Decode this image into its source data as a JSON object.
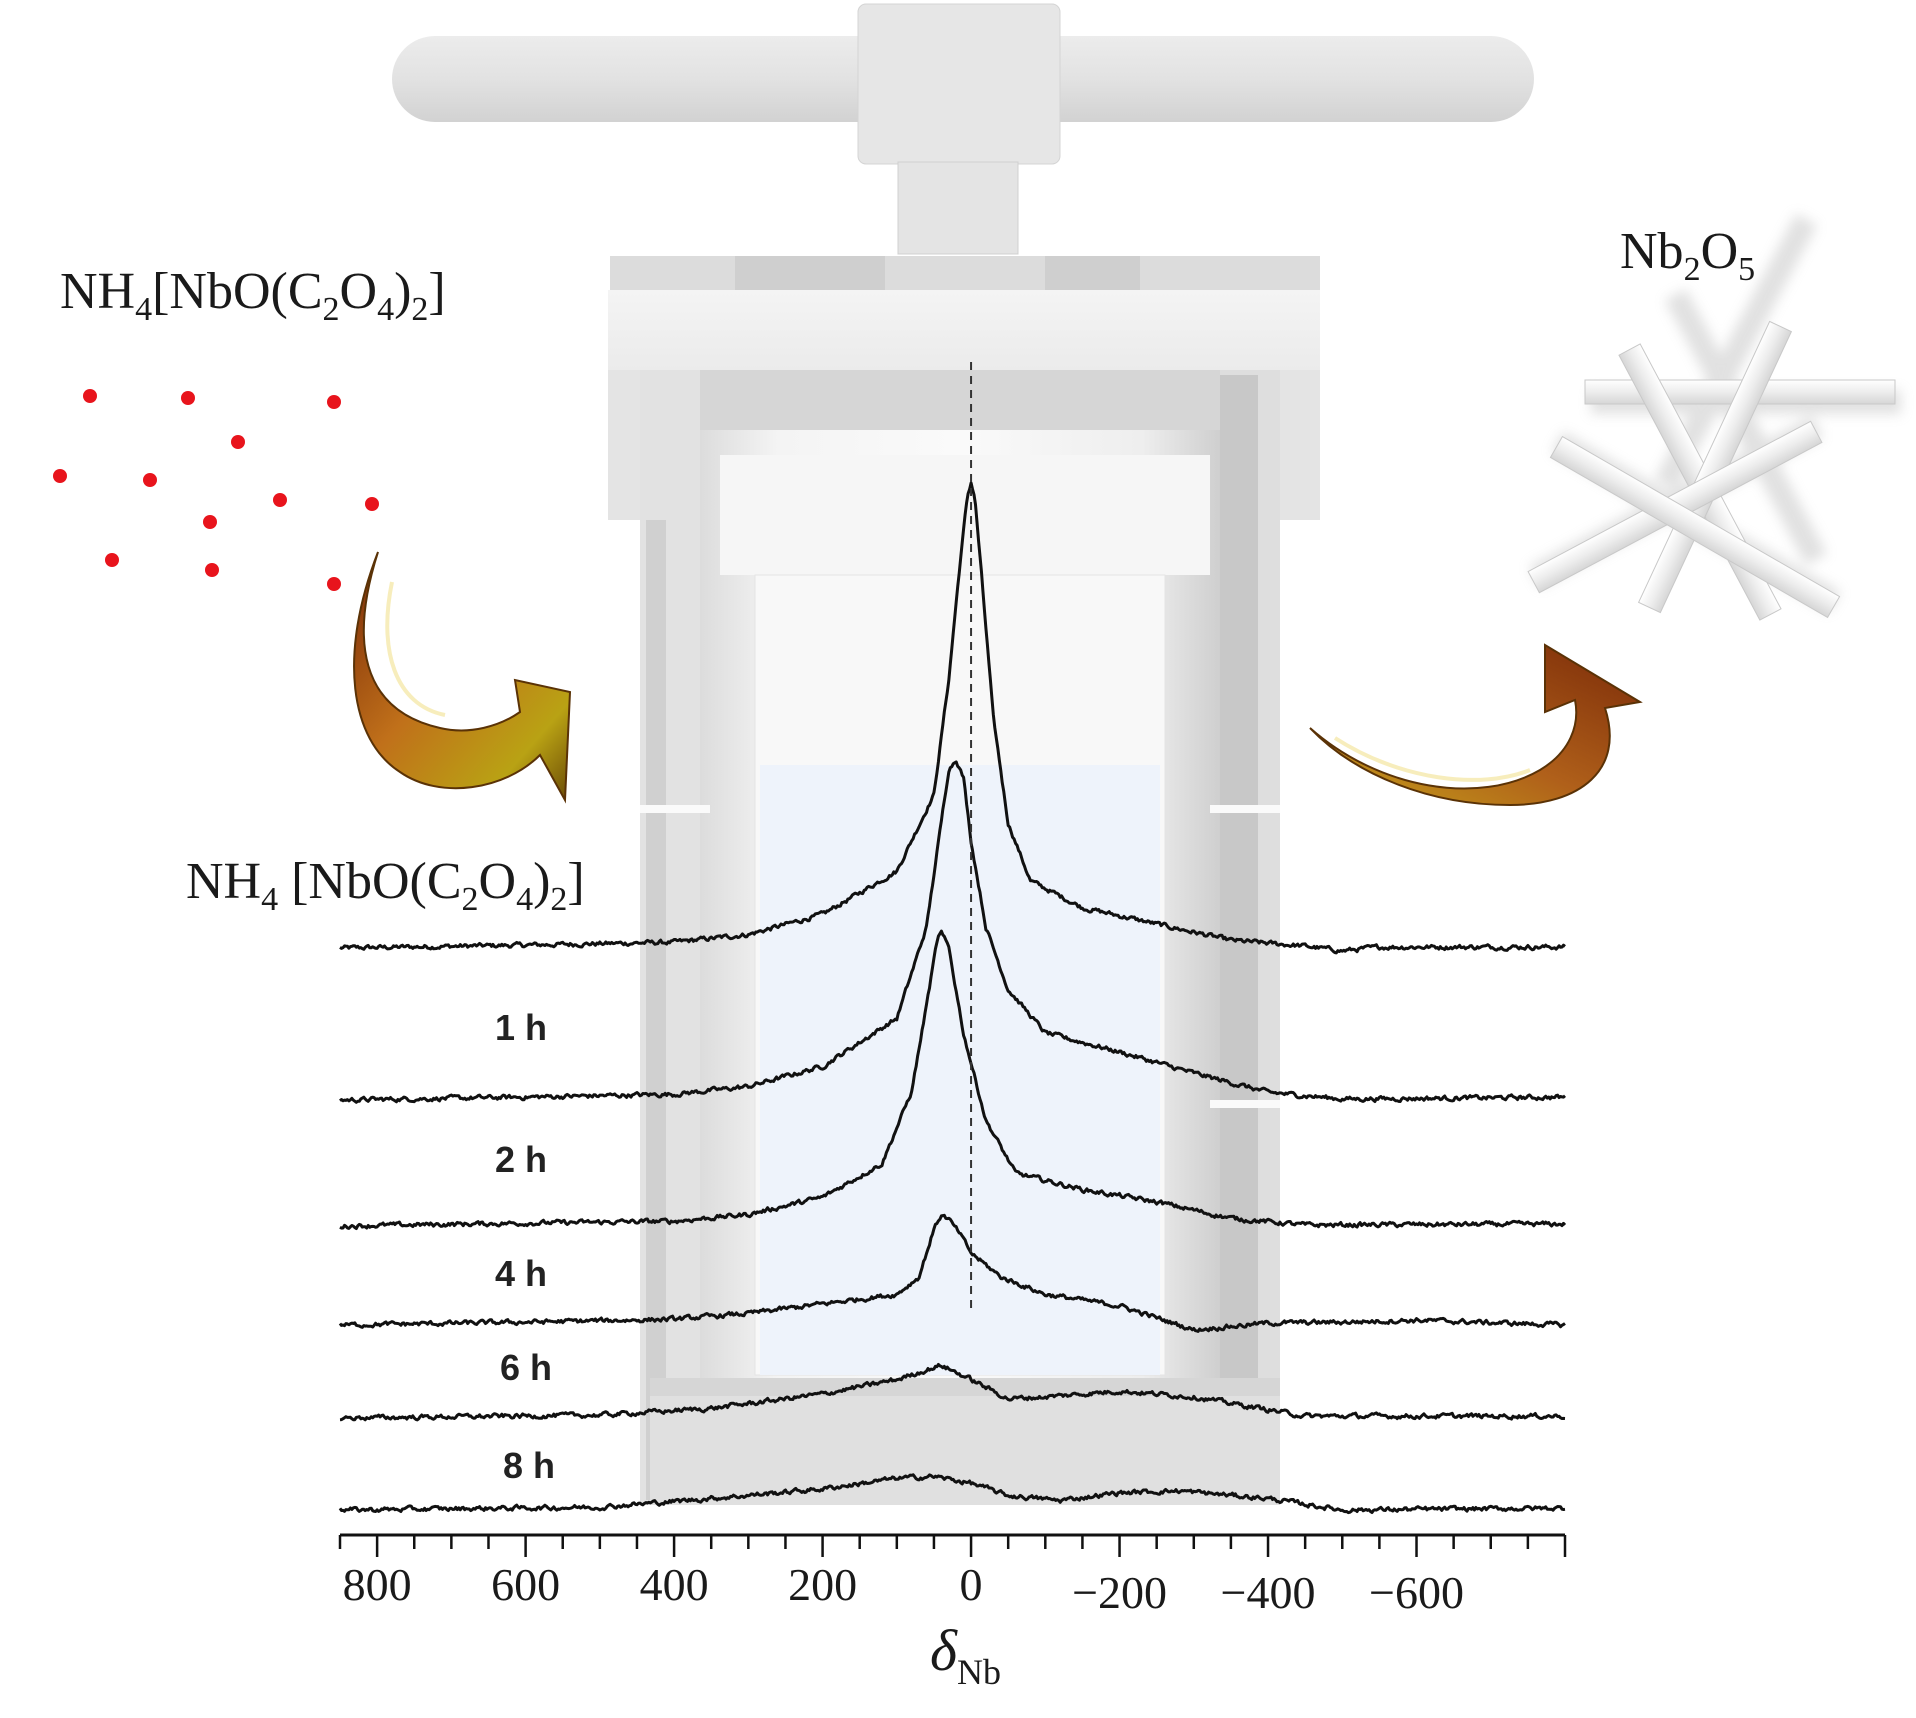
{
  "labels": {
    "reactant_top": {
      "main": "NH",
      "s1": "4",
      "mid": "[NbO(C",
      "s2": "2",
      "mid2": "O",
      "s3": "4",
      "mid3": ")",
      "s4": "2",
      "end": "]"
    },
    "reactant_spec": {
      "main": "NH",
      "s1": "4",
      "mid": " [NbO(C",
      "s2": "2",
      "mid2": "O",
      "s3": "4",
      "mid3": ")",
      "s4": "2",
      "end": "]"
    },
    "product": {
      "main": "Nb",
      "s1": "2",
      "mid": "O",
      "s2": "5"
    },
    "x_axis": {
      "symbol": "δ",
      "sub": "Nb"
    }
  },
  "colors": {
    "dots": "#e8141c",
    "trace": "#111111",
    "arrow_dark": "#7a2a08",
    "arrow_mid": "#c0701a",
    "arrow_light": "#d8d020",
    "autoclave_light": "#f2f2f2",
    "autoclave_mid": "#d8d8d8",
    "autoclave_dark": "#b8b8b8",
    "liquid": "#eef3fb"
  },
  "icons": [
    "reactant-dots-icon",
    "curved-arrow-in-icon",
    "curved-arrow-out-icon",
    "nb2o5-rods-icon",
    "autoclave-icon"
  ],
  "chart_data": {
    "type": "line",
    "xlabel": "δNb",
    "xlim": [
      850,
      -800
    ],
    "xticks": [
      800,
      600,
      400,
      200,
      0,
      -200,
      -400,
      -600
    ],
    "xtick_labels": [
      "800",
      "600",
      "400",
      "200",
      "0",
      "−200",
      "−400",
      "−600"
    ],
    "reference_line_x": 0,
    "series": [
      {
        "name": "NH4 [NbO(C2O4)2]",
        "baseline": 0,
        "noise": 1.8,
        "points": [
          [
            850,
            0
          ],
          [
            600,
            3
          ],
          [
            400,
            6
          ],
          [
            300,
            14
          ],
          [
            200,
            35
          ],
          [
            100,
            80
          ],
          [
            50,
            160
          ],
          [
            30,
            280
          ],
          [
            15,
            400
          ],
          [
            5,
            470
          ],
          [
            0,
            485
          ],
          [
            -5,
            470
          ],
          [
            -15,
            380
          ],
          [
            -30,
            240
          ],
          [
            -50,
            130
          ],
          [
            -80,
            70
          ],
          [
            -150,
            42
          ],
          [
            -250,
            25
          ],
          [
            -350,
            8
          ],
          [
            -450,
            2
          ],
          [
            -500,
            -3
          ],
          [
            -550,
            1
          ],
          [
            -800,
            1
          ]
        ]
      },
      {
        "name": "1 h",
        "baseline": 0,
        "noise": 1.8,
        "points": [
          [
            850,
            0
          ],
          [
            600,
            3
          ],
          [
            400,
            6
          ],
          [
            300,
            14
          ],
          [
            200,
            35
          ],
          [
            100,
            85
          ],
          [
            60,
            180
          ],
          [
            40,
            290
          ],
          [
            30,
            345
          ],
          [
            20,
            355
          ],
          [
            10,
            335
          ],
          [
            0,
            270
          ],
          [
            -20,
            180
          ],
          [
            -50,
            115
          ],
          [
            -100,
            70
          ],
          [
            -200,
            50
          ],
          [
            -300,
            28
          ],
          [
            -400,
            8
          ],
          [
            -500,
            1
          ],
          [
            -800,
            3
          ]
        ]
      },
      {
        "name": "2 h",
        "baseline": 0,
        "noise": 1.8,
        "points": [
          [
            850,
            0
          ],
          [
            600,
            3
          ],
          [
            400,
            5
          ],
          [
            300,
            12
          ],
          [
            200,
            30
          ],
          [
            120,
            65
          ],
          [
            80,
            140
          ],
          [
            60,
            230
          ],
          [
            45,
            300
          ],
          [
            40,
            305
          ],
          [
            30,
            290
          ],
          [
            10,
            200
          ],
          [
            -20,
            110
          ],
          [
            -60,
            55
          ],
          [
            -150,
            38
          ],
          [
            -250,
            25
          ],
          [
            -350,
            8
          ],
          [
            -450,
            1
          ],
          [
            -800,
            2
          ]
        ]
      },
      {
        "name": "4 h",
        "baseline": 0,
        "noise": 1.8,
        "points": [
          [
            850,
            0
          ],
          [
            600,
            3
          ],
          [
            400,
            6
          ],
          [
            300,
            12
          ],
          [
            200,
            22
          ],
          [
            100,
            32
          ],
          [
            70,
            50
          ],
          [
            50,
            100
          ],
          [
            40,
            115
          ],
          [
            30,
            110
          ],
          [
            15,
            95
          ],
          [
            0,
            75
          ],
          [
            -40,
            50
          ],
          [
            -100,
            32
          ],
          [
            -200,
            20
          ],
          [
            -300,
            -5
          ],
          [
            -400,
            2
          ],
          [
            -500,
            3
          ],
          [
            -600,
            5
          ],
          [
            -800,
            0
          ]
        ]
      },
      {
        "name": "6 h",
        "baseline": 0,
        "noise": 1.8,
        "points": [
          [
            850,
            0
          ],
          [
            500,
            3
          ],
          [
            350,
            10
          ],
          [
            200,
            25
          ],
          [
            100,
            40
          ],
          [
            40,
            55
          ],
          [
            0,
            40
          ],
          [
            -50,
            20
          ],
          [
            -100,
            22
          ],
          [
            -200,
            28
          ],
          [
            -300,
            22
          ],
          [
            -450,
            2
          ],
          [
            -800,
            2
          ]
        ]
      },
      {
        "name": "8 h",
        "baseline": 0,
        "noise": 1.8,
        "points": [
          [
            850,
            0
          ],
          [
            500,
            3
          ],
          [
            350,
            12
          ],
          [
            200,
            22
          ],
          [
            100,
            33
          ],
          [
            50,
            35
          ],
          [
            0,
            28
          ],
          [
            -50,
            15
          ],
          [
            -120,
            10
          ],
          [
            -200,
            18
          ],
          [
            -280,
            20
          ],
          [
            -400,
            12
          ],
          [
            -500,
            0
          ],
          [
            -800,
            2
          ]
        ]
      }
    ]
  }
}
